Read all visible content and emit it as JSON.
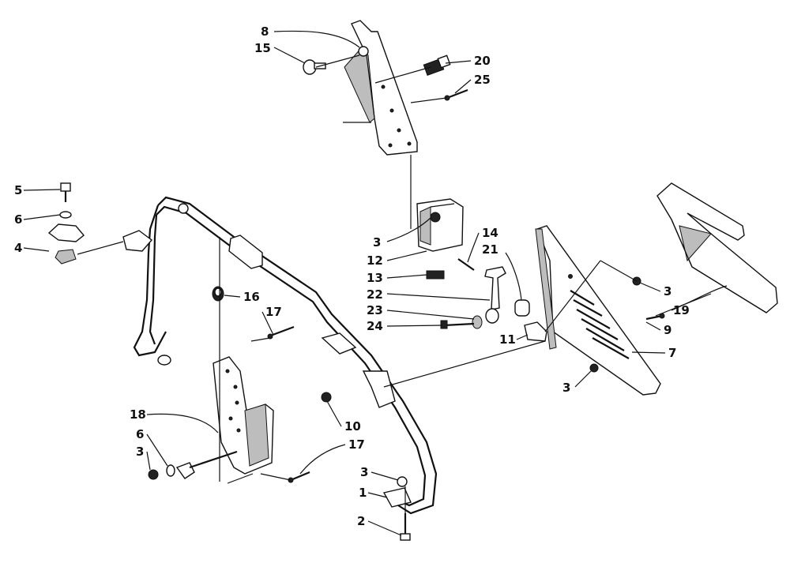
{
  "callouts": [
    {
      "id": "c8",
      "text": "8"
    },
    {
      "id": "c15",
      "text": "15"
    },
    {
      "id": "c20",
      "text": "20"
    },
    {
      "id": "c25",
      "text": "25"
    },
    {
      "id": "c5",
      "text": "5"
    },
    {
      "id": "c6a",
      "text": "6"
    },
    {
      "id": "c4",
      "text": "4"
    },
    {
      "id": "c3a",
      "text": "3"
    },
    {
      "id": "c12",
      "text": "12"
    },
    {
      "id": "c14",
      "text": "14"
    },
    {
      "id": "c21",
      "text": "21"
    },
    {
      "id": "c13",
      "text": "13"
    },
    {
      "id": "c22",
      "text": "22"
    },
    {
      "id": "c23",
      "text": "23"
    },
    {
      "id": "c24",
      "text": "24"
    },
    {
      "id": "c16",
      "text": "16"
    },
    {
      "id": "c17a",
      "text": "17"
    },
    {
      "id": "c3b",
      "text": "3"
    },
    {
      "id": "c19",
      "text": "19"
    },
    {
      "id": "c9",
      "text": "9"
    },
    {
      "id": "c11",
      "text": "11"
    },
    {
      "id": "c7",
      "text": "7"
    },
    {
      "id": "c3c",
      "text": "3"
    },
    {
      "id": "c18",
      "text": "18"
    },
    {
      "id": "c10",
      "text": "10"
    },
    {
      "id": "c6b",
      "text": "6"
    },
    {
      "id": "c3d",
      "text": "3"
    },
    {
      "id": "c17b",
      "text": "17"
    },
    {
      "id": "c3e",
      "text": "3"
    },
    {
      "id": "c1",
      "text": "1"
    },
    {
      "id": "c2",
      "text": "2"
    }
  ]
}
